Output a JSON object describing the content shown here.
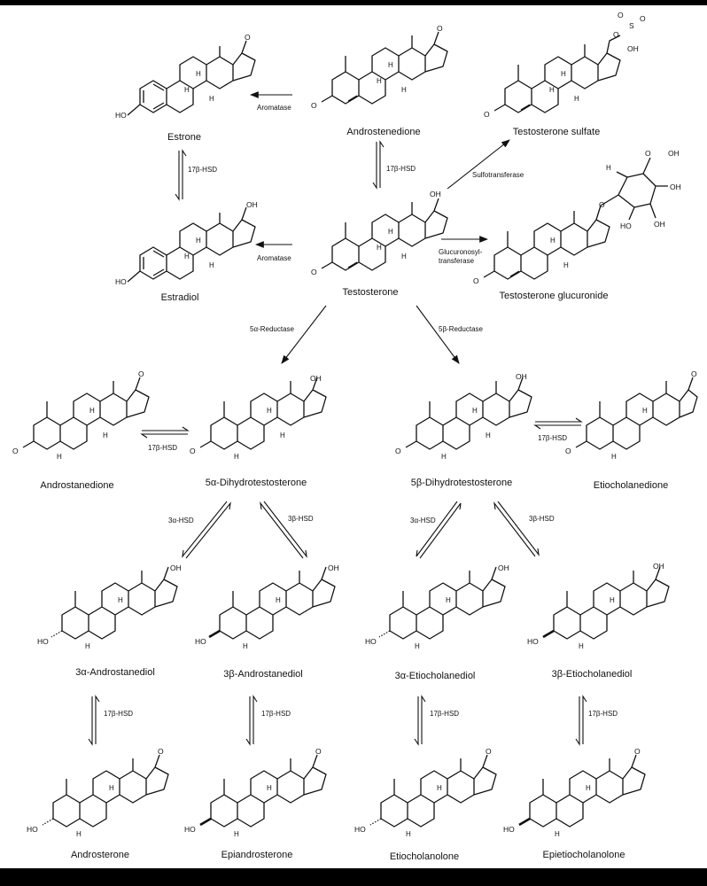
{
  "labels": {
    "estrone": "Estrone",
    "androstenedione": "Androstenedione",
    "testosterone_sulfate": "Testosterone sulfate",
    "estradiol": "Estradiol",
    "testosterone": "Testosterone",
    "testosterone_glucuronide": "Testosterone glucuronide",
    "androstanedione": "Androstanedione",
    "dht5a": "5α-Dihydrotestosterone",
    "dht5b": "5β-Dihydrotestosterone",
    "etiocholanedione": "Etiocholanedione",
    "androstanediol3a": "3α-Androstanediol",
    "androstanediol3b": "3β-Androstanediol",
    "etiocholanediol3a": "3α-Etiocholanediol",
    "etiocholanediol3b": "3β-Etiocholanediol",
    "androsterone": "Androsterone",
    "epiandrosterone": "Epiandrosterone",
    "etiocholanolone": "Etiocholanolone",
    "epietiocholanolone": "Epietiocholanolone"
  },
  "enzymes": {
    "aromatase": "Aromatase",
    "hsd17b": "17β-HSD",
    "sulfotransferase": "Sulfotransferase",
    "glucuronosyl_1": "Glucuronosyl-",
    "glucuronosyl_2": "transferase",
    "reductase5a": "5α-Reductase",
    "reductase5b": "5β-Reductase",
    "hsd3a": "3α-HSD",
    "hsd3b": "3β-HSD"
  },
  "atoms": {
    "oh": "OH",
    "ho": "HO",
    "o": "O",
    "h": "H",
    "s": "S"
  }
}
